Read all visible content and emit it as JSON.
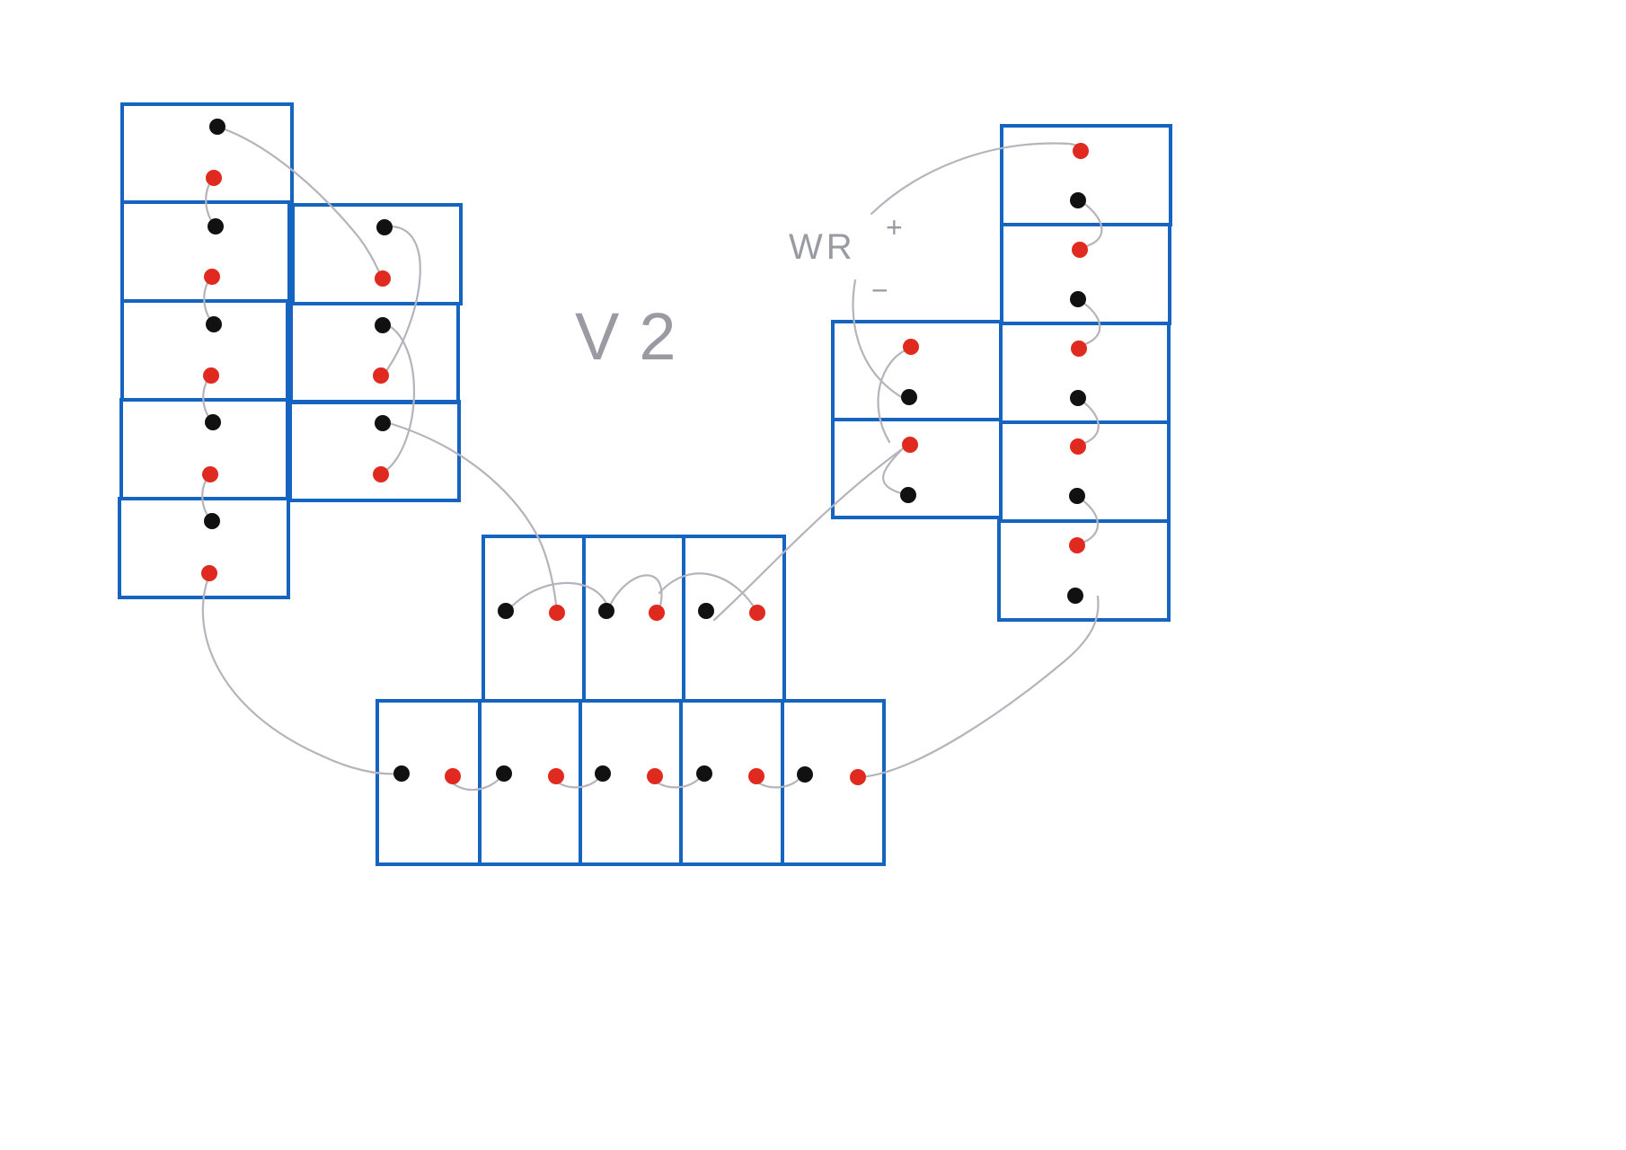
{
  "colors": {
    "cell_border": "#1565c0",
    "terminal_negative": "#111111",
    "terminal_positive": "#e02a1f",
    "wire": "#b4b4bc",
    "handwriting": "#9a9aa2"
  },
  "labels": {
    "title": "V2",
    "inverter": "WR",
    "plus": "+",
    "minus": "−"
  },
  "groups": [
    {
      "name": "left-column",
      "cells": 5,
      "orientation": "vertical"
    },
    {
      "name": "left-inner-column",
      "cells": 3,
      "orientation": "vertical"
    },
    {
      "name": "bottom-upper-row",
      "cells": 3,
      "orientation": "horizontal"
    },
    {
      "name": "bottom-lower-row",
      "cells": 5,
      "orientation": "horizontal"
    },
    {
      "name": "right-inner-column",
      "cells": 2,
      "orientation": "vertical"
    },
    {
      "name": "right-column",
      "cells": 5,
      "orientation": "vertical"
    }
  ],
  "total_cells": 23
}
